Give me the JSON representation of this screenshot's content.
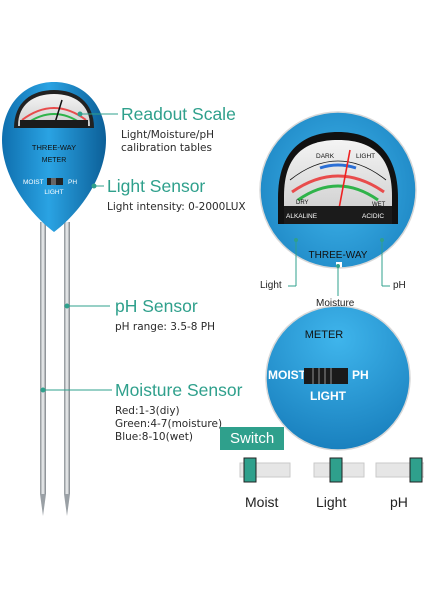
{
  "callouts": {
    "readout": {
      "title": "Readout Scale",
      "sub1": "Light/Moisture/pH",
      "sub2": "calibration tables"
    },
    "light": {
      "title": "Light Sensor",
      "sub1": "Light intensity: 0-2000LUX"
    },
    "ph": {
      "title": "pH Sensor",
      "sub1": "pH range: 3.5-8 PH"
    },
    "moisture": {
      "title": "Moisture Sensor",
      "sub1": "Red:1-3(diy)",
      "sub2": "Green:4-7(moisture)",
      "sub3": "Blue:8-10(wet)"
    }
  },
  "device": {
    "brand": "THREE-WAY",
    "brand2": "METER",
    "switch_left": "MOIST",
    "switch_right": "PH",
    "switch_bottom": "LIGHT"
  },
  "zoom_dial": {
    "dark": "DARK",
    "light": "LIGHT",
    "dry": "DRY",
    "wet": "WET",
    "alkaline": "ALKALINE",
    "acidic": "ACIDIC",
    "brand": "THREE-WAY",
    "labels": {
      "light": "Light",
      "moisture": "Moisture",
      "ph": "pH"
    }
  },
  "zoom_switch": {
    "brand": "METER",
    "moist": "MOIST",
    "ph": "PH",
    "light": "LIGHT"
  },
  "switch_badge": "Switch",
  "switch_positions": [
    {
      "label": "Moist",
      "position": "left"
    },
    {
      "label": "Light",
      "position": "middle"
    },
    {
      "label": "pH",
      "position": "right"
    }
  ],
  "colors": {
    "accent": "#2fa08c",
    "device_blue": "#1e8fd0"
  }
}
